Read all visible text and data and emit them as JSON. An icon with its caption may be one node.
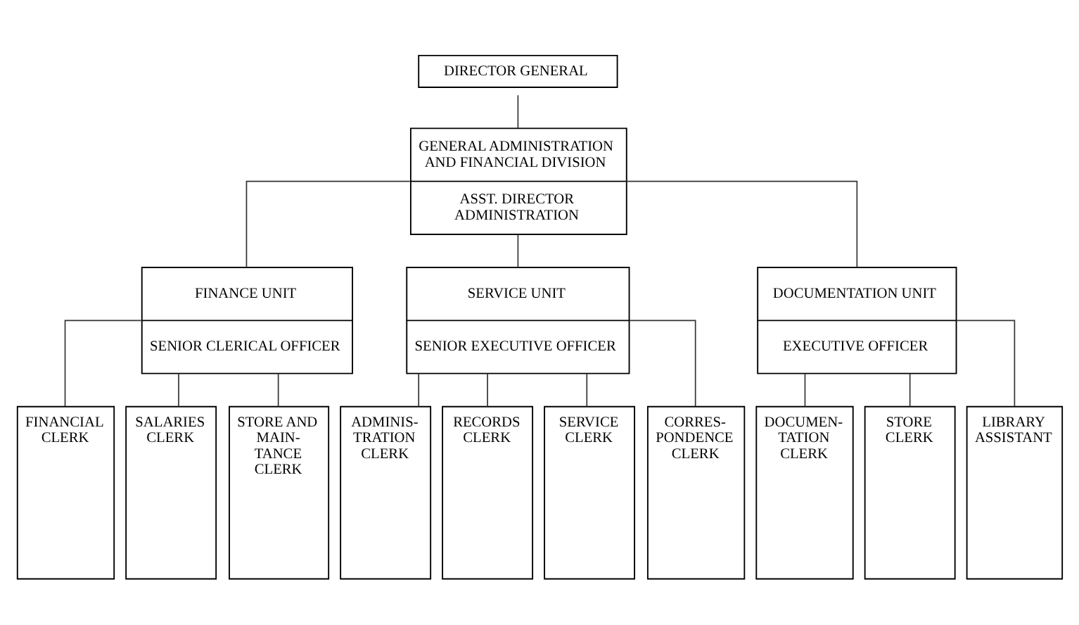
{
  "diagram": {
    "nodes": [
      {
        "text": [
          "DIRECTOR GENERAL"
        ]
      },
      {
        "text": [
          "GENERAL ADMINISTRATION AND FINANCIAL DIVISION",
          "ASST. DIRECTOR ADMINISTRATION"
        ]
      },
      {
        "text": [
          "FINANCE UNIT",
          "SENIOR CLERICAL OFFICER"
        ]
      },
      {
        "text": [
          "SERVICE UNIT",
          "SENIOR EXECUTIVE OFFICER"
        ]
      },
      {
        "text": [
          "DOCUMENTATION UNIT",
          "EXECUTIVE OFFICER"
        ]
      },
      {
        "text": [
          "FINANCIAL CLERK"
        ]
      },
      {
        "text": [
          "SALARIES CLERK"
        ]
      },
      {
        "text": [
          "STORE AND MAIN- TANCE CLERK"
        ]
      },
      {
        "text": [
          "ADMINIS- TRATION CLERK"
        ]
      },
      {
        "text": [
          "RECORDS CLERK"
        ]
      },
      {
        "text": [
          "SERVICE CLERK"
        ]
      },
      {
        "text": [
          "CORRES- PONDENCE CLERK"
        ]
      },
      {
        "text": [
          "DOCUMEN- TATION CLERK"
        ]
      },
      {
        "text": [
          "STORE CLERK"
        ]
      },
      {
        "text": [
          "LIBRARY ASSISTANT"
        ]
      }
    ],
    "edges": [
      {
        "from": 0,
        "to": 1,
        "arrow": "none"
      },
      {
        "from": 1,
        "to": 2,
        "arrow": "none"
      },
      {
        "from": 1,
        "to": 3,
        "arrow": "none"
      },
      {
        "from": 1,
        "to": 4,
        "arrow": "none"
      },
      {
        "from": 2,
        "to": 5,
        "arrow": "none"
      },
      {
        "from": 2,
        "to": 6,
        "arrow": "none"
      },
      {
        "from": 2,
        "to": 7,
        "arrow": "none"
      },
      {
        "from": 3,
        "to": 8,
        "arrow": "none"
      },
      {
        "from": 3,
        "to": 9,
        "arrow": "none"
      },
      {
        "from": 3,
        "to": 10,
        "arrow": "none"
      },
      {
        "from": 3,
        "to": 11,
        "arrow": "none"
      },
      {
        "from": 4,
        "to": 12,
        "arrow": "none"
      },
      {
        "from": 4,
        "to": 13,
        "arrow": "none"
      },
      {
        "from": 4,
        "to": 14,
        "arrow": "none"
      }
    ]
  }
}
